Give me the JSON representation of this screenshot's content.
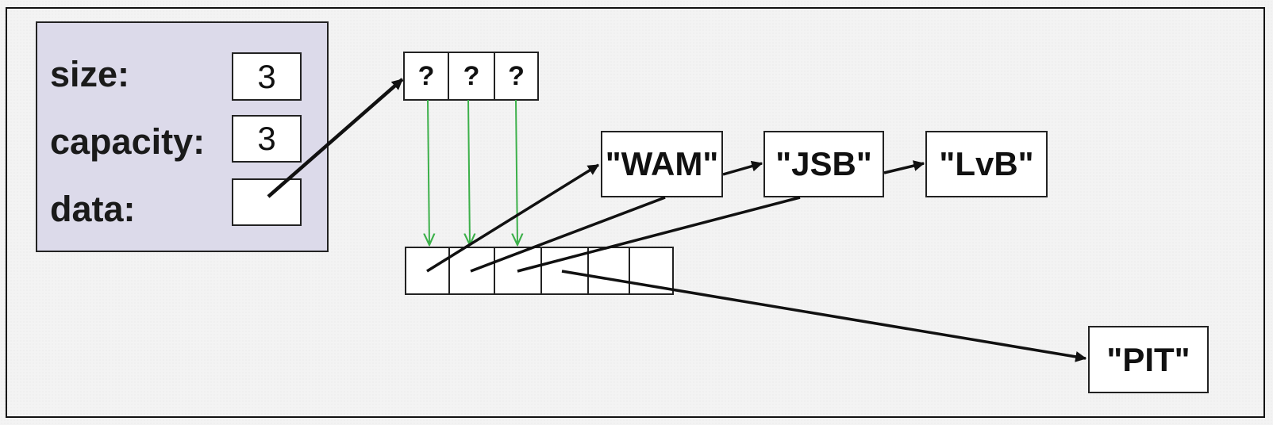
{
  "struct": {
    "size_label": "size:",
    "size_value": "3",
    "capacity_label": "capacity:",
    "capacity_value": "3",
    "data_label": "data:",
    "data_value": ""
  },
  "old_array": {
    "cells": [
      "?",
      "?",
      "?"
    ]
  },
  "new_array": {
    "cells": [
      "",
      "",
      "",
      "",
      "",
      ""
    ]
  },
  "strings": {
    "wam": "\"WAM\"",
    "jsb": "\"JSB\"",
    "lvb": "\"LvB\"",
    "pit": "\"PIT\""
  },
  "colors": {
    "struct_fill": "#dcdaea",
    "arrow_black": "#111111",
    "arrow_green": "#3cb04a"
  }
}
